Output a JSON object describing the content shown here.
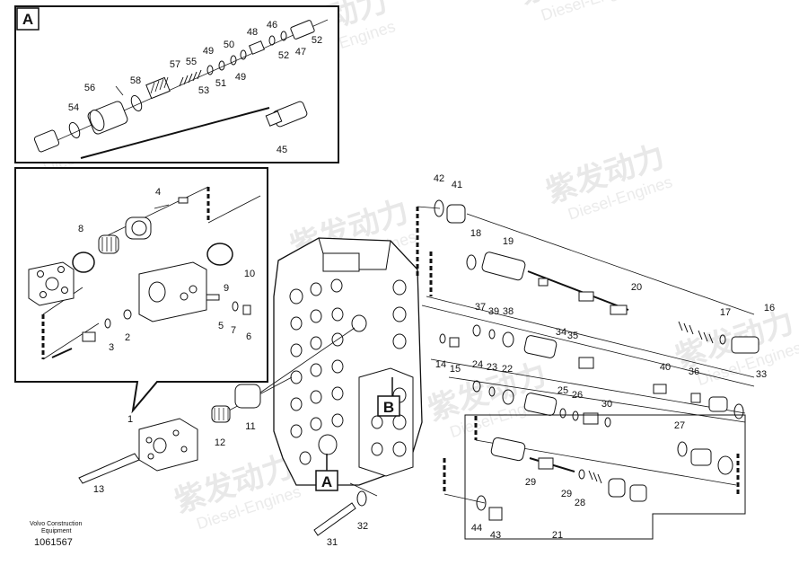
{
  "watermark": {
    "brand_cn": "紫发动力",
    "brand_en": "Diesel-Engines"
  },
  "footer": {
    "company_line1": "Volvo Construction",
    "company_line2": "Equipment",
    "drawing_number": "1061567"
  },
  "detail_labels": {
    "a_box": "A",
    "b_ref": "B",
    "a_ref": "A"
  },
  "parts": {
    "p1": "1",
    "p2": "2",
    "p3": "3",
    "p4": "4",
    "p5": "5",
    "p6": "6",
    "p7": "7",
    "p8": "8",
    "p9": "9",
    "p10": "10",
    "p11": "11",
    "p12": "12",
    "p13": "13",
    "p14": "14",
    "p15": "15",
    "p16": "16",
    "p17": "17",
    "p18": "18",
    "p19": "19",
    "p20": "20",
    "p21": "21",
    "p22": "22",
    "p23": "23",
    "p24": "24",
    "p25": "25",
    "p26": "26",
    "p27": "27",
    "p28": "28",
    "p29a": "29",
    "p29b": "29",
    "p30": "30",
    "p31": "31",
    "p32": "32",
    "p33": "33",
    "p34": "34",
    "p35": "35",
    "p36": "36",
    "p37": "37",
    "p38": "38",
    "p39": "39",
    "p40": "40",
    "p41": "41",
    "p42": "42",
    "p43": "43",
    "p44": "44",
    "p45": "45",
    "p46": "46",
    "p47": "47",
    "p48": "48",
    "p49a": "49",
    "p49b": "49",
    "p50": "50",
    "p51": "51",
    "p52a": "52",
    "p52b": "52",
    "p53": "53",
    "p54": "54",
    "p55": "55",
    "p56": "56",
    "p57": "57",
    "p58": "58"
  }
}
